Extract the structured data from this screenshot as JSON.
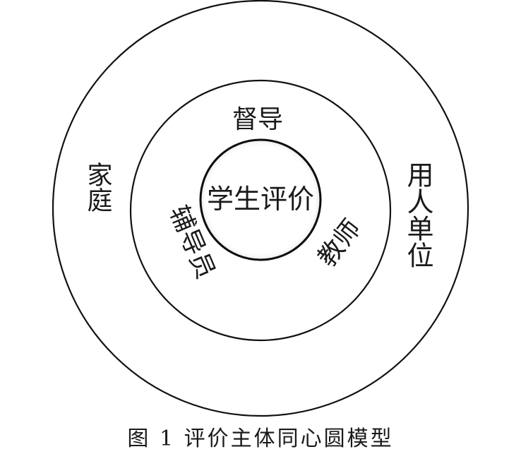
{
  "diagram": {
    "center_label": "学生评价",
    "middle_ring": {
      "top_label": "督导",
      "left_label": "辅导员",
      "right_label": "教师"
    },
    "outer_ring": {
      "left_label": "家庭",
      "right_label": "用人单位"
    }
  },
  "caption": "图 1  评价主体同心圆模型"
}
